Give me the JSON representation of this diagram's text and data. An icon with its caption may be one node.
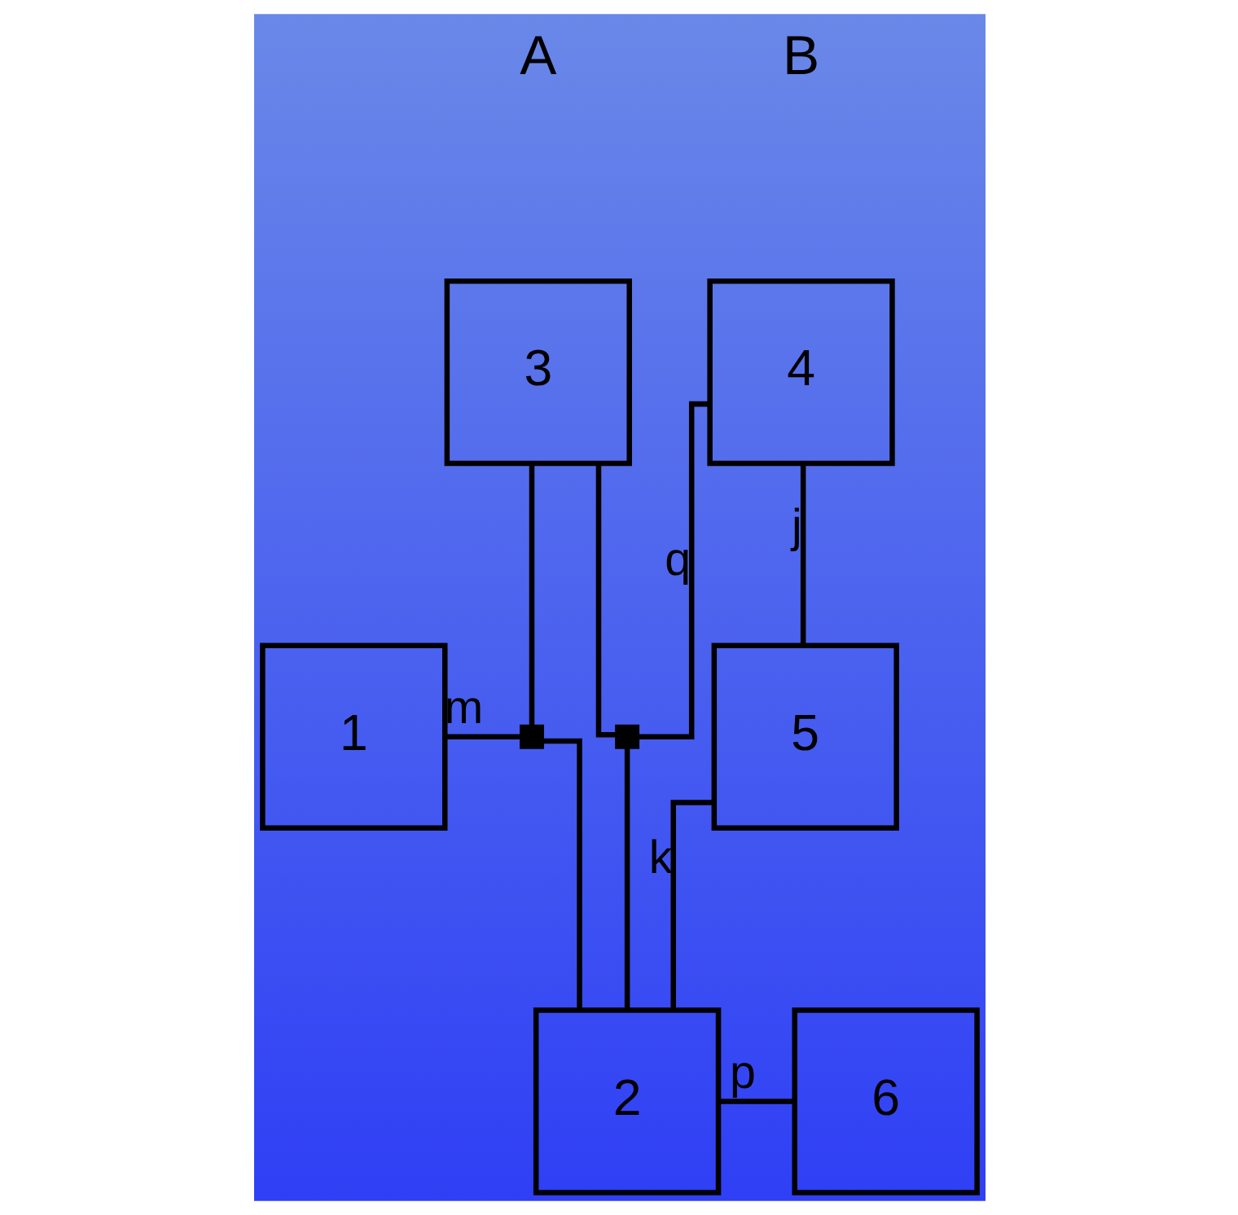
{
  "diagram": {
    "nodes": [
      {
        "text": [
          "1"
        ]
      },
      {
        "text": [
          "2"
        ]
      },
      {
        "text": [
          "3"
        ]
      },
      {
        "text": [
          "4"
        ]
      },
      {
        "text": [
          "5"
        ]
      },
      {
        "text": [
          "6"
        ]
      },
      {
        "text": [],
        "shape": "square"
      },
      {
        "text": [],
        "shape": "square"
      }
    ],
    "edges": [
      {
        "from": 2,
        "to": 6,
        "arrow": "none"
      },
      {
        "from": 6,
        "to": 1,
        "arrow": "none"
      },
      {
        "from": 2,
        "to": 7,
        "arrow": "none"
      },
      {
        "from": 7,
        "to": 1,
        "arrow": "none"
      },
      {
        "from": 0,
        "to": 6,
        "arrow": "none",
        "label": "m"
      },
      {
        "from": 7,
        "to": 3,
        "arrow": "none",
        "label": "q"
      },
      {
        "from": 3,
        "to": 4,
        "arrow": "none",
        "label": "j"
      },
      {
        "from": 1,
        "to": 4,
        "arrow": "none",
        "label": "k"
      },
      {
        "from": 1,
        "to": 5,
        "arrow": "none",
        "label": "p"
      }
    ],
    "labels": [
      "A",
      "B"
    ]
  }
}
